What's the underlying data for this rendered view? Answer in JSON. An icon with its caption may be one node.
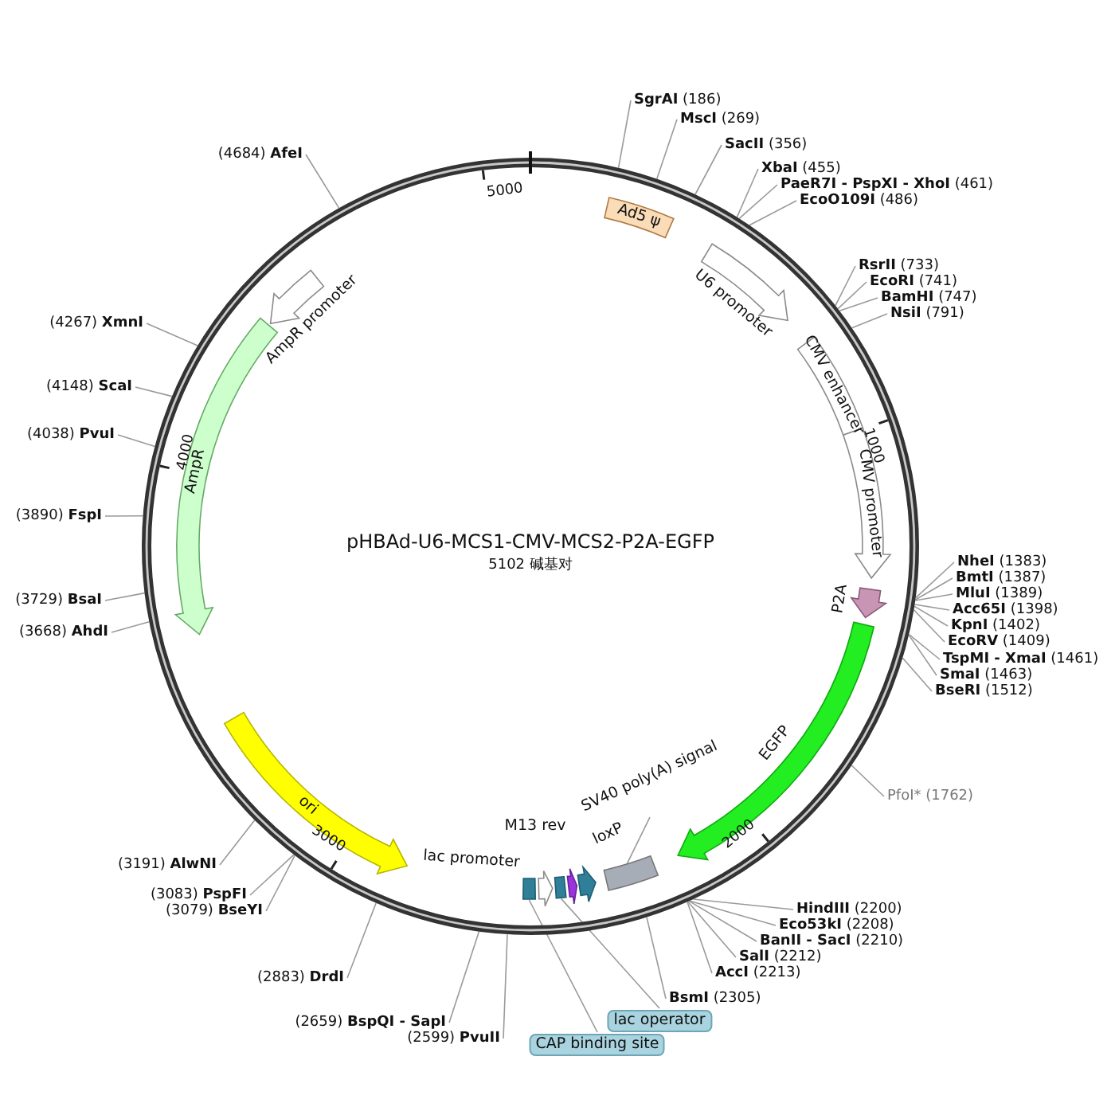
{
  "diagram": {
    "title": "pHBAd-U6-MCS1-CMV-MCS2-P2A-EGFP",
    "nodes": [
      {
        "text": [
          "Ad5 ψ"
        ]
      },
      {
        "text": [
          "U6 promoter"
        ]
      },
      {
        "text": [
          "CMV enhancer"
        ]
      },
      {
        "text": [
          "CMV promoter"
        ]
      },
      {
        "text": [
          "P2A"
        ]
      },
      {
        "text": [
          "EGFP"
        ]
      },
      {
        "text": [
          "SV40 poly(A) signal"
        ]
      },
      {
        "text": [],
        "shape": "box"
      },
      {
        "text": [
          "loxP"
        ]
      },
      {
        "text": [
          "M13 rev"
        ]
      },
      {
        "text": [],
        "shape": "box"
      },
      {
        "text": [
          "lac operator"
        ]
      },
      {
        "text": [
          "lac promoter"
        ]
      },
      {
        "text": [],
        "shape": "box"
      },
      {
        "text": [
          "CAP binding site"
        ]
      },
      {
        "text": [
          "ori"
        ]
      },
      {
        "text": [
          "AmpR"
        ]
      },
      {
        "text": [
          "AmpR promoter"
        ]
      },
      {
        "text": [
          "**SgrAI** (186)"
        ]
      },
      {
        "text": [
          "**MscI** (269)"
        ]
      },
      {
        "text": [
          "**SacII** (356)"
        ]
      },
      {
        "text": [
          "**XbaI** (455)"
        ]
      },
      {
        "text": [
          "**PaeR7I - PspXI - XhoI** (461)"
        ]
      },
      {
        "text": [
          "**EcoO109I** (486)"
        ]
      },
      {
        "text": [
          "**RsrII** (733)"
        ]
      },
      {
        "text": [
          "**EcoRI** (741)"
        ]
      },
      {
        "text": [
          "**BamHI** (747)"
        ]
      },
      {
        "text": [
          "**NsiI** (791)"
        ]
      },
      {
        "text": [
          "**NheI** (1383)"
        ]
      },
      {
        "text": [
          "**BmtI** (1387)"
        ]
      },
      {
        "text": [
          "**MluI** (1389)"
        ]
      },
      {
        "text": [
          "**Acc65I** (1398)"
        ]
      },
      {
        "text": [
          "**KpnI** (1402)"
        ]
      },
      {
        "text": [
          "**EcoRV** (1409)"
        ]
      },
      {
        "text": [
          "**TspMI - XmaI** (1461)"
        ]
      },
      {
        "text": [
          "**SmaI** (1463)"
        ]
      },
      {
        "text": [
          "**BseRI** (1512)"
        ]
      },
      {
        "text": [
          "PfoI* (1762)"
        ]
      },
      {
        "text": [
          "**HindIII** (2200)"
        ]
      },
      {
        "text": [
          "**Eco53kI** (2208)"
        ]
      },
      {
        "text": [
          "**BanII - SacI** (2210)"
        ]
      },
      {
        "text": [
          "**SalI** (2212)"
        ]
      },
      {
        "text": [
          "**AccI** (2213)"
        ]
      },
      {
        "text": [
          "**BsmI** (2305)"
        ]
      },
      {
        "text": [
          "(2599) **PvuII**"
        ]
      },
      {
        "text": [
          "(2659) **BspQI - SapI**"
        ]
      },
      {
        "text": [
          "(2883) **DrdI**"
        ]
      },
      {
        "text": [
          "(3079) **BseYI**"
        ]
      },
      {
        "text": [
          "(3083) **PspFI**"
        ]
      },
      {
        "text": [
          "(3191) **AlwNI**"
        ]
      },
      {
        "text": [
          "(3668) **AhdI**"
        ]
      },
      {
        "text": [
          "(3729) **BsaI**"
        ]
      },
      {
        "text": [
          "(3890) **FspI**"
        ]
      },
      {
        "text": [
          "(4038) **PvuI**"
        ]
      },
      {
        "text": [
          "(4148) **ScaI**"
        ]
      },
      {
        "text": [
          "(4267) **XmnI**"
        ]
      },
      {
        "text": [
          "(4684) **AfeI**"
        ]
      }
    ],
    "edges": [
      {
        "from": 6,
        "to": 7,
        "arrow": "none"
      },
      {
        "from": 11,
        "to": 10,
        "arrow": "none"
      },
      {
        "from": 14,
        "to": 13,
        "arrow": "none"
      },
      {
        "from": 18,
        "to": null,
        "arrow": "none"
      },
      {
        "from": 19,
        "to": null,
        "arrow": "none"
      },
      {
        "from": 20,
        "to": null,
        "arrow": "none"
      },
      {
        "from": 21,
        "to": null,
        "arrow": "none"
      },
      {
        "from": 22,
        "to": null,
        "arrow": "none"
      },
      {
        "from": 23,
        "to": null,
        "arrow": "none"
      },
      {
        "from": 24,
        "to": null,
        "arrow": "none"
      },
      {
        "from": 25,
        "to": null,
        "arrow": "none"
      },
      {
        "from": 26,
        "to": null,
        "arrow": "none"
      },
      {
        "from": 27,
        "to": null,
        "arrow": "none"
      },
      {
        "from": 28,
        "to": null,
        "arrow": "none"
      },
      {
        "from": 29,
        "to": null,
        "arrow": "none"
      },
      {
        "from": 30,
        "to": null,
        "arrow": "none"
      },
      {
        "from": 31,
        "to": null,
        "arrow": "none"
      },
      {
        "from": 32,
        "to": null,
        "arrow": "none"
      },
      {
        "from": 33,
        "to": null,
        "arrow": "none"
      },
      {
        "from": 34,
        "to": null,
        "arrow": "none"
      },
      {
        "from": 35,
        "to": null,
        "arrow": "none"
      },
      {
        "from": 36,
        "to": null,
        "arrow": "none"
      },
      {
        "from": 37,
        "to": null,
        "arrow": "none"
      },
      {
        "from": 38,
        "to": null,
        "arrow": "none"
      },
      {
        "from": 39,
        "to": null,
        "arrow": "none"
      },
      {
        "from": 40,
        "to": null,
        "arrow": "none"
      },
      {
        "from": 41,
        "to": null,
        "arrow": "none"
      },
      {
        "from": 42,
        "to": null,
        "arrow": "none"
      },
      {
        "from": 43,
        "to": null,
        "arrow": "none"
      },
      {
        "from": 44,
        "to": null,
        "arrow": "none"
      },
      {
        "from": 45,
        "to": null,
        "arrow": "none"
      },
      {
        "from": 46,
        "to": null,
        "arrow": "none"
      },
      {
        "from": 47,
        "to": null,
        "arrow": "none"
      },
      {
        "from": 48,
        "to": null,
        "arrow": "none"
      },
      {
        "from": 49,
        "to": null,
        "arrow": "none"
      },
      {
        "from": 50,
        "to": null,
        "arrow": "none"
      },
      {
        "from": 51,
        "to": null,
        "arrow": "none"
      },
      {
        "from": 52,
        "to": null,
        "arrow": "none"
      },
      {
        "from": 53,
        "to": null,
        "arrow": "none"
      },
      {
        "from": 54,
        "to": null,
        "arrow": "none"
      },
      {
        "from": 55,
        "to": null,
        "arrow": "none"
      },
      {
        "from": 56,
        "to": null,
        "arrow": "none"
      }
    ],
    "labels": [
      "5000",
      "1000",
      "4000",
      "5102 碱基对",
      "2000",
      "3000"
    ]
  }
}
